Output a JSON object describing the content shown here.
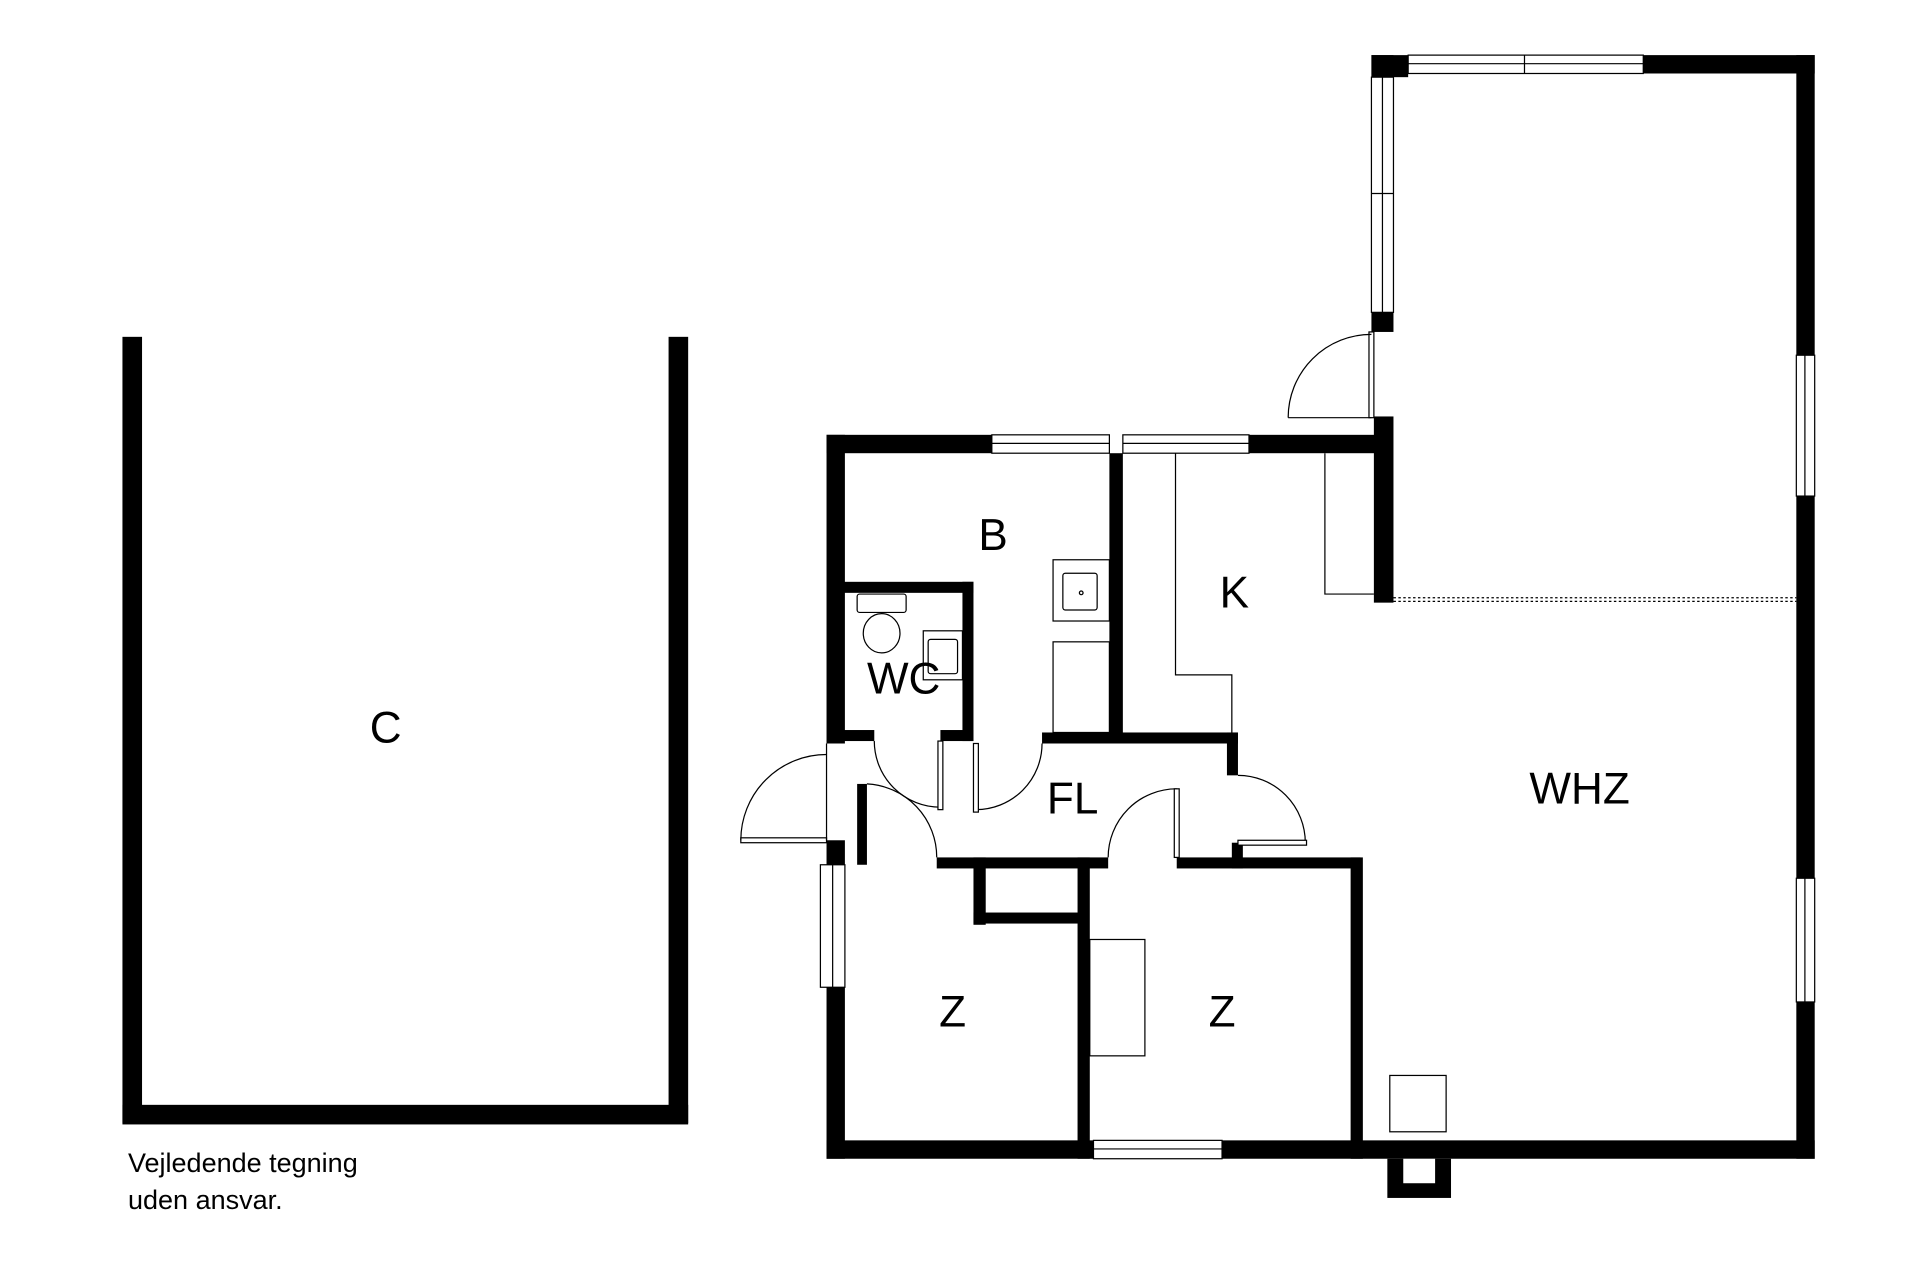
{
  "rooms": {
    "carport": "C",
    "bath": "B",
    "wc": "WC",
    "kitchen": "K",
    "hall": "FL",
    "living": "WHZ",
    "room1": "Z",
    "room2": "Z"
  },
  "note": {
    "line1": "Vejledende tegning",
    "line2": "uden ansvar."
  },
  "colors": {
    "wall": "#000000",
    "background": "#ffffff"
  }
}
